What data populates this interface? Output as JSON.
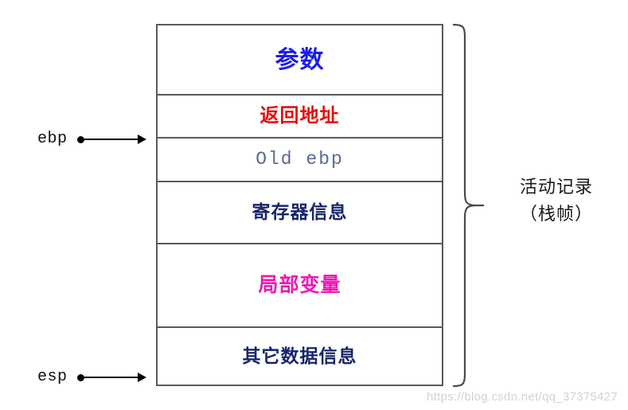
{
  "diagram": {
    "title": "stack-frame-layout",
    "stack_rows": [
      {
        "label": "参数",
        "color": "#1b1bee",
        "name": "row-arguments"
      },
      {
        "label": "返回地址",
        "color": "#e20f0f",
        "name": "row-return-address"
      },
      {
        "label": "Old ebp",
        "color": "#5a6a94",
        "name": "row-old-ebp"
      },
      {
        "label": "寄存器信息",
        "color": "#17256b",
        "name": "row-register-info"
      },
      {
        "label": "局部变量",
        "color": "#ec1ab5",
        "name": "row-local-variables"
      },
      {
        "label": "其它数据信息",
        "color": "#17256b",
        "name": "row-other-data"
      }
    ],
    "pointers": [
      {
        "label": "ebp",
        "target_row": "row-old-ebp"
      },
      {
        "label": "esp",
        "target_row": "row-other-data"
      }
    ],
    "frame_caption": {
      "line1": "活动记录",
      "line2": "（栈帧）"
    },
    "watermark": "https://blog.csdn.net/qq_37375427",
    "colors": {
      "border": "#555a5e",
      "background": "#ffffff",
      "pointer": "#000000",
      "brace": "#4a4a4a",
      "caption": "#1a1a1a",
      "watermark": "#d2d2d2"
    }
  }
}
